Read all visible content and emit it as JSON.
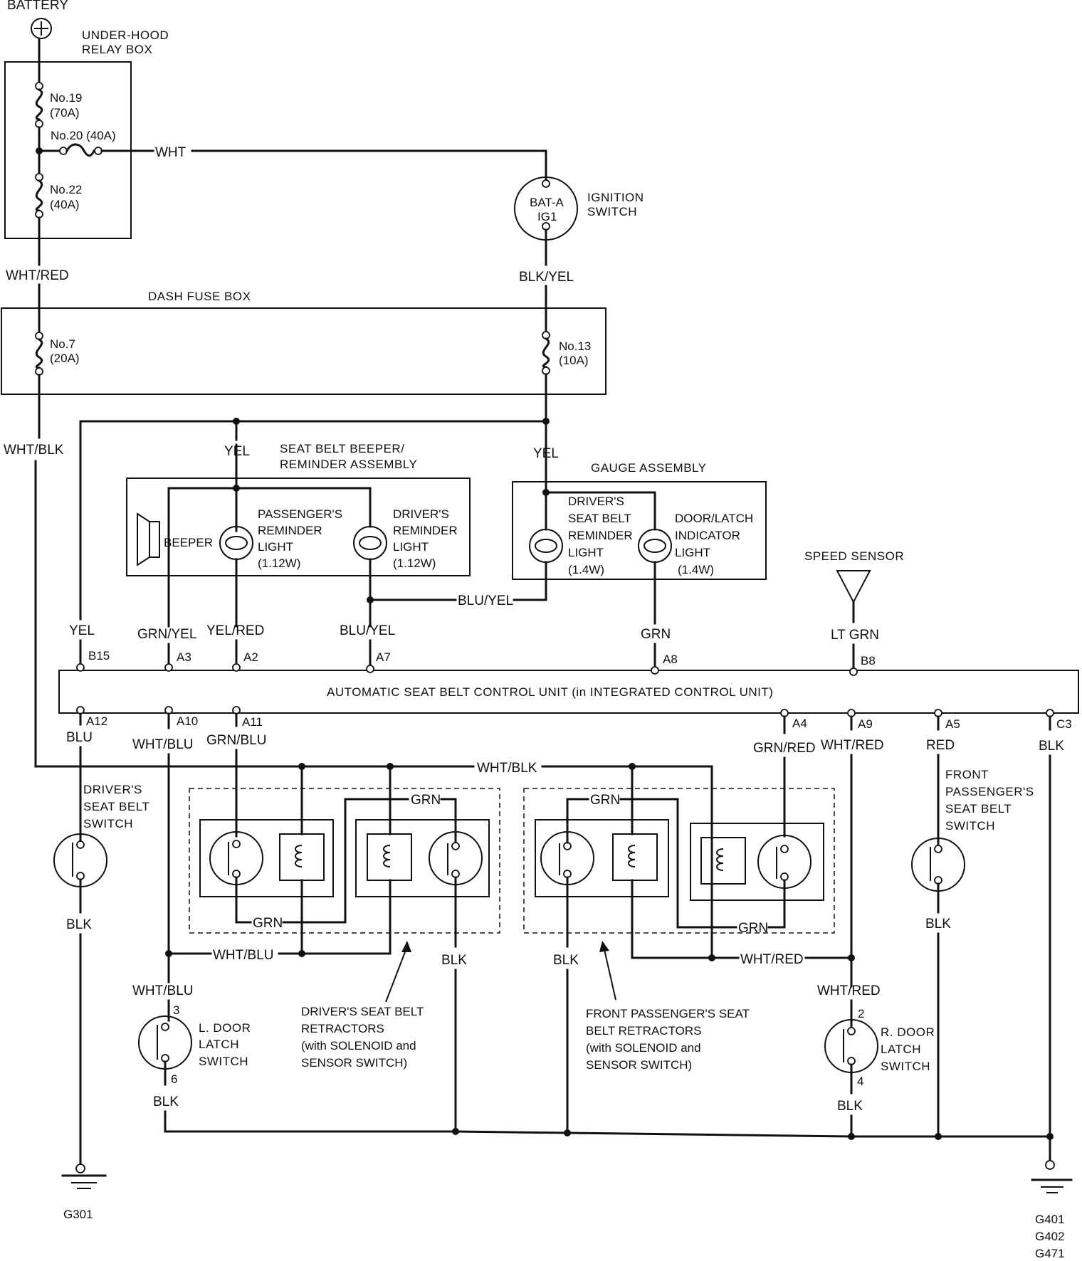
{
  "power": {
    "battery": "BATTERY",
    "relay_box_1": "UNDER-HOOD",
    "relay_box_2": "RELAY BOX",
    "fuse19_1": "No.19",
    "fuse19_2": "(70A)",
    "fuse20": "No.20 (40A)",
    "fuse22_1": "No.22",
    "fuse22_2": "(40A)",
    "dash_fuse_box": "DASH FUSE BOX",
    "fuse7_1": "No.7",
    "fuse7_2": "(20A)",
    "fuse13_1": "No.13",
    "fuse13_2": "(10A)",
    "ign_1": "BAT-A",
    "ign_2": "IG1",
    "ign_label_1": "IGNITION",
    "ign_label_2": "SWITCH"
  },
  "assemblies": {
    "beeper_title_1": "SEAT BELT BEEPER/",
    "beeper_title_2": "REMINDER ASSEMBLY",
    "beeper": "BEEPER",
    "pass_light_1": "PASSENGER'S",
    "pass_light_2": "REMINDER",
    "pass_light_3": "LIGHT",
    "pass_light_4": "(1.12W)",
    "drv_light_1": "DRIVER'S",
    "drv_light_2": "REMINDER",
    "drv_light_3": "LIGHT",
    "drv_light_4": "(1.12W)",
    "gauge_title": "GAUGE ASSEMBLY",
    "gauge_drv_1": "DRIVER'S",
    "gauge_drv_2": "SEAT BELT",
    "gauge_drv_3": "REMINDER",
    "gauge_drv_4": "LIGHT",
    "gauge_drv_5": "(1.4W)",
    "door_ind_1": "DOOR/LATCH",
    "door_ind_2": "INDICATOR",
    "door_ind_3": "LIGHT",
    "door_ind_4": "(1.4W)",
    "speed_sensor": "SPEED SENSOR",
    "control_unit": "AUTOMATIC SEAT BELT CONTROL UNIT (in INTEGRATED CONTROL UNIT)"
  },
  "switches": {
    "drv_sw_1": "DRIVER'S",
    "drv_sw_2": "SEAT BELT",
    "drv_sw_3": "SWITCH",
    "fp_sw_1": "FRONT",
    "fp_sw_2": "PASSENGER'S",
    "fp_sw_3": "SEAT BELT",
    "fp_sw_4": "SWITCH",
    "l_door_1": "L. DOOR",
    "l_door_2": "LATCH",
    "l_door_3": "SWITCH",
    "r_door_1": "R. DOOR",
    "r_door_2": "LATCH",
    "r_door_3": "SWITCH",
    "drv_retr_1": "DRIVER'S SEAT BELT",
    "drv_retr_2": "RETRACTORS",
    "drv_retr_3": "(with SOLENOID and",
    "drv_retr_4": "SENSOR SWITCH)",
    "fp_retr_1": "FRONT PASSENGER'S SEAT",
    "fp_retr_2": "BELT RETRACTORS",
    "fp_retr_3": "(with SOLENOID and",
    "fp_retr_4": "SENSOR SWITCH)"
  },
  "wires": {
    "wht": "WHT",
    "wht_red": "WHT/RED",
    "blk_yel": "BLK/YEL",
    "wht_blk": "WHT/BLK",
    "yel": "YEL",
    "grn_yel": "GRN/YEL",
    "yel_red": "YEL/RED",
    "blu_yel": "BLU/YEL",
    "grn": "GRN",
    "lt_grn": "LT GRN",
    "blu": "BLU",
    "wht_blu": "WHT/BLU",
    "grn_blu": "GRN/BLU",
    "grn_red": "GRN/RED",
    "red": "RED",
    "blk": "BLK"
  },
  "pins": {
    "b15": "B15",
    "a3": "A3",
    "a2": "A2",
    "a7": "A7",
    "a8": "A8",
    "b8": "B8",
    "a12": "A12",
    "a10": "A10",
    "a11": "A11",
    "a4": "A4",
    "a9": "A9",
    "a5": "A5",
    "c3": "C3",
    "ld3": "3",
    "ld6": "6",
    "rd2": "2",
    "rd4": "4"
  },
  "grounds": {
    "g301": "G301",
    "g401": "G401",
    "g402": "G402",
    "g471": "G471"
  }
}
